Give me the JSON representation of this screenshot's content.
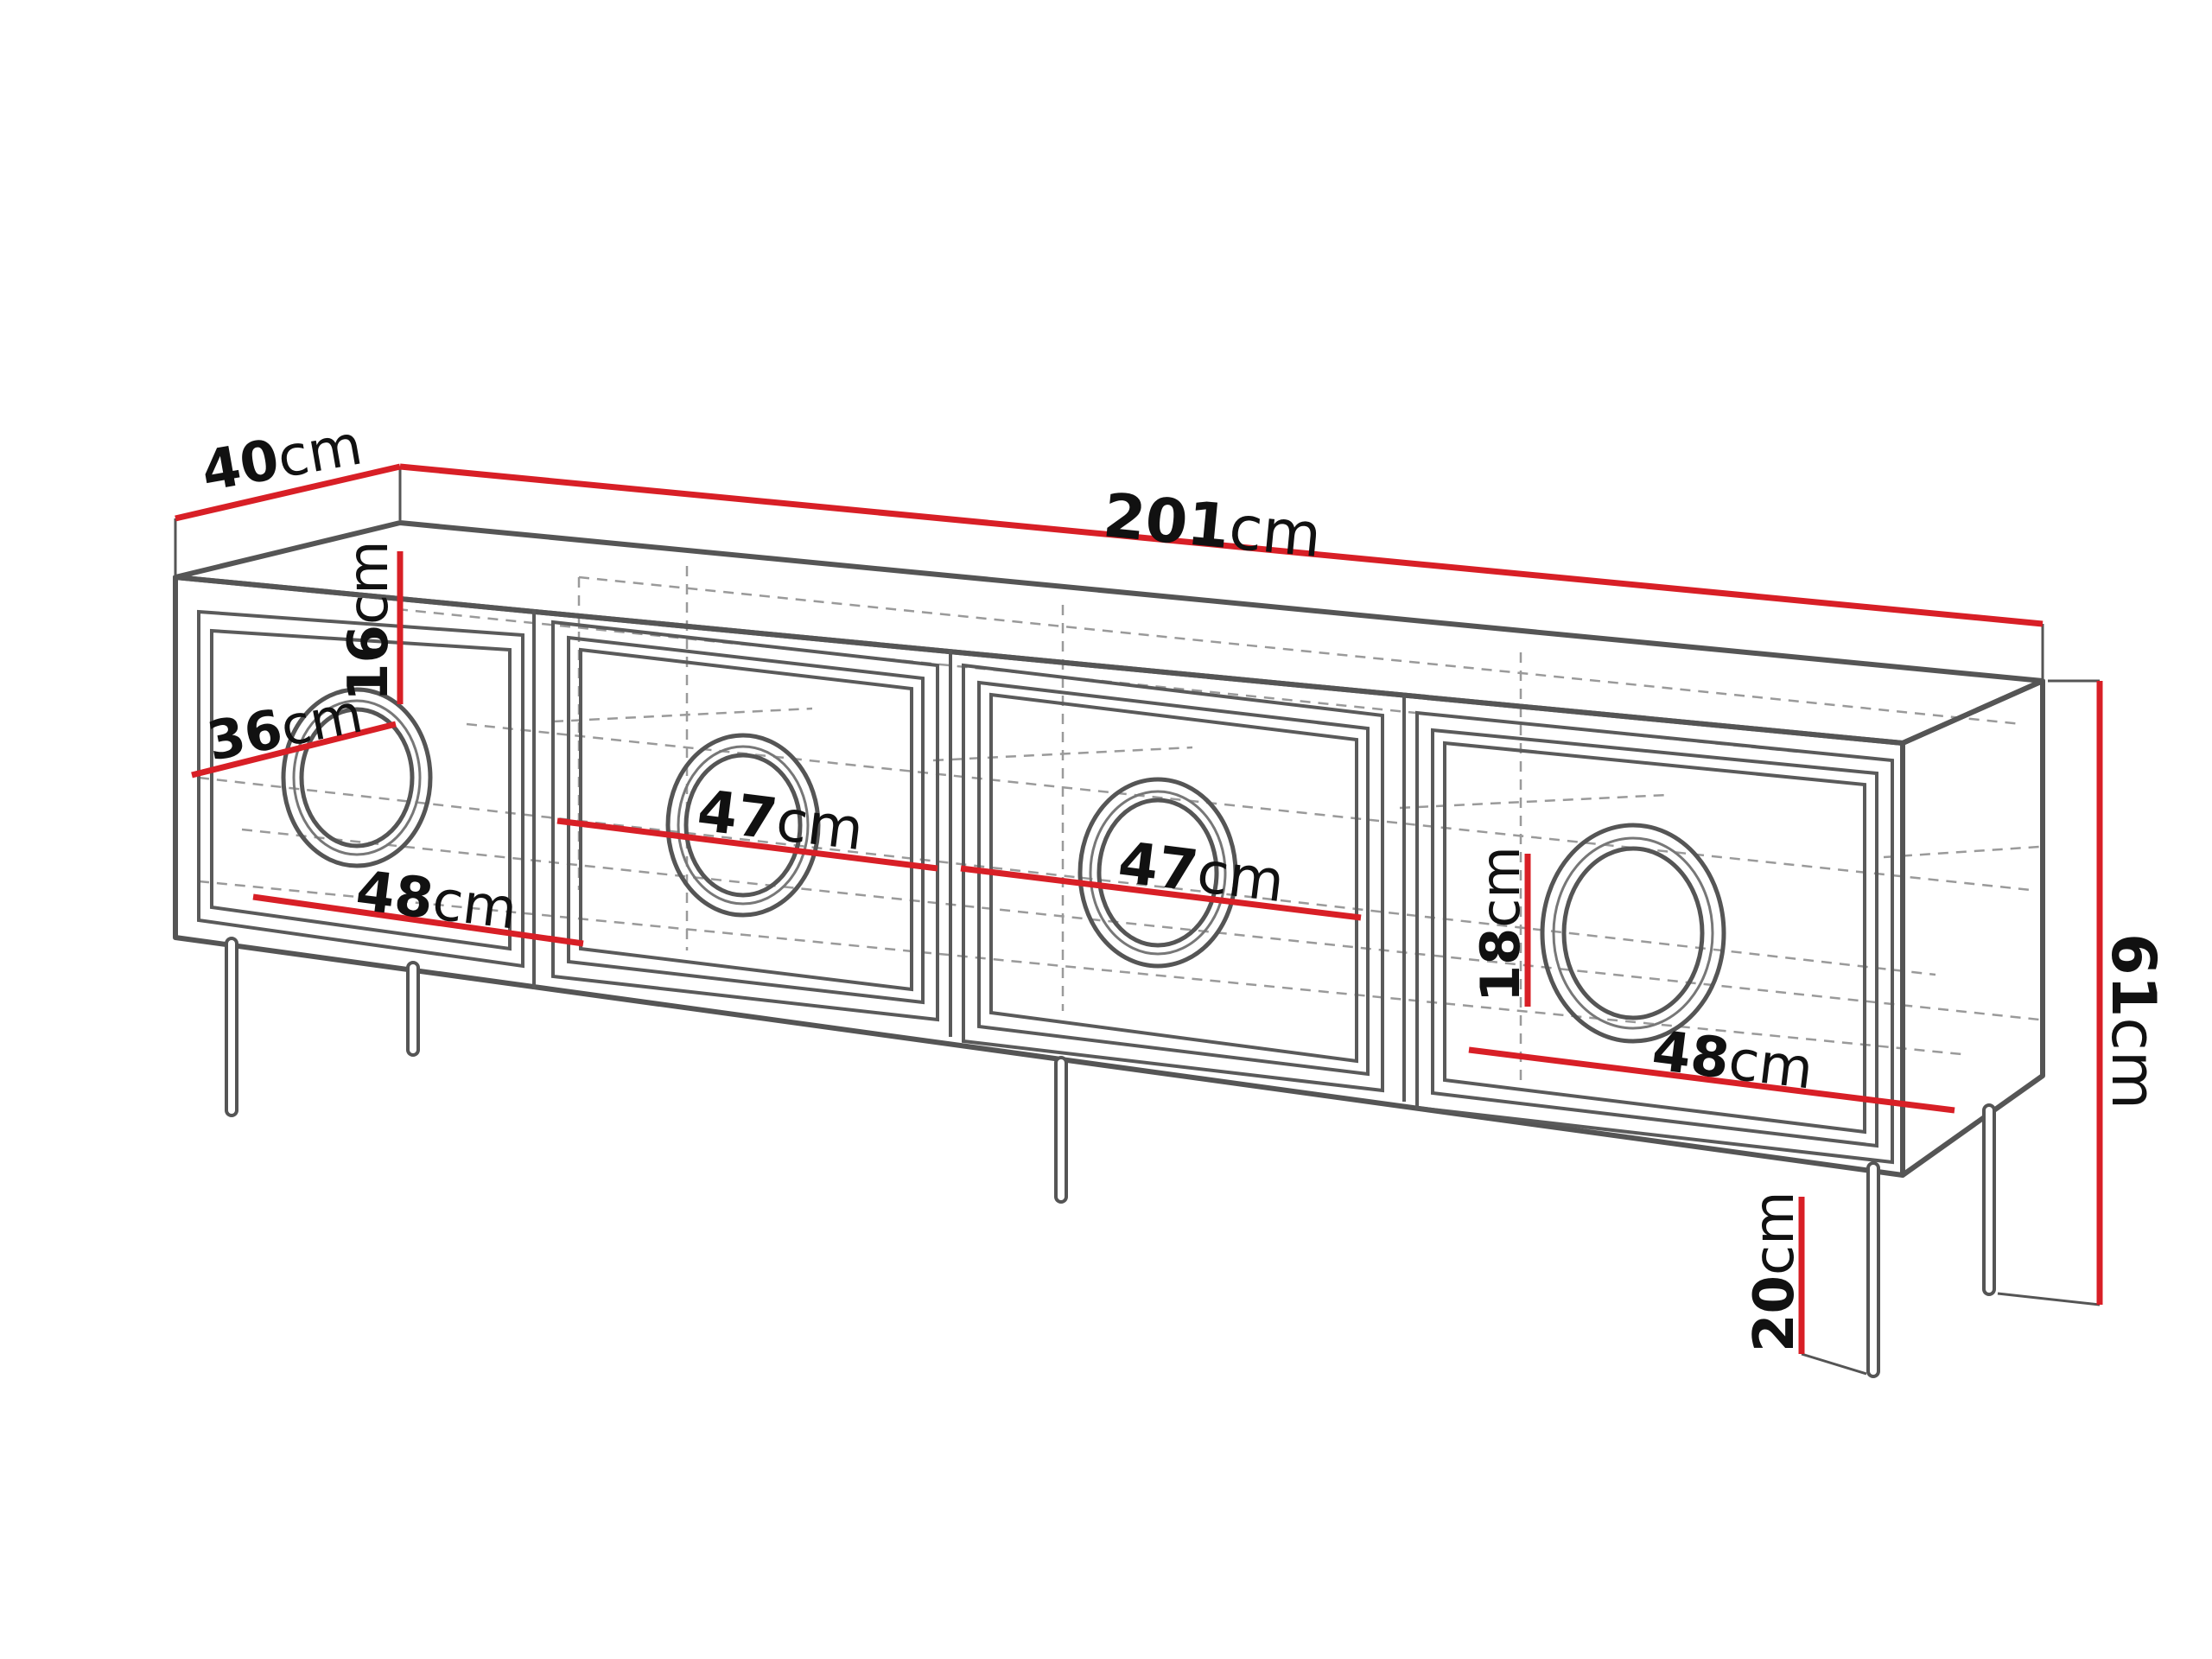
{
  "dimensions": {
    "depth": {
      "value": "40",
      "unit": "cm"
    },
    "width": {
      "value": "201",
      "unit": "cm"
    },
    "height": {
      "value": "61",
      "unit": "cm"
    },
    "leg_height": {
      "value": "20",
      "unit": "cm"
    },
    "left_shelf_height": {
      "value": "16",
      "unit": "cm"
    },
    "left_shelf_depth": {
      "value": "36",
      "unit": "cm"
    },
    "left_shelf_width": {
      "value": "48",
      "unit": "cm"
    },
    "middle_left_shelf_width": {
      "value": "47",
      "unit": "cm"
    },
    "middle_right_shelf_width": {
      "value": "47",
      "unit": "cm"
    },
    "right_shelf_height": {
      "value": "18",
      "unit": "cm"
    },
    "right_shelf_width": {
      "value": "48",
      "unit": "cm"
    }
  },
  "colors": {
    "dimension_line": "#d81f26",
    "outline": "#555555"
  }
}
